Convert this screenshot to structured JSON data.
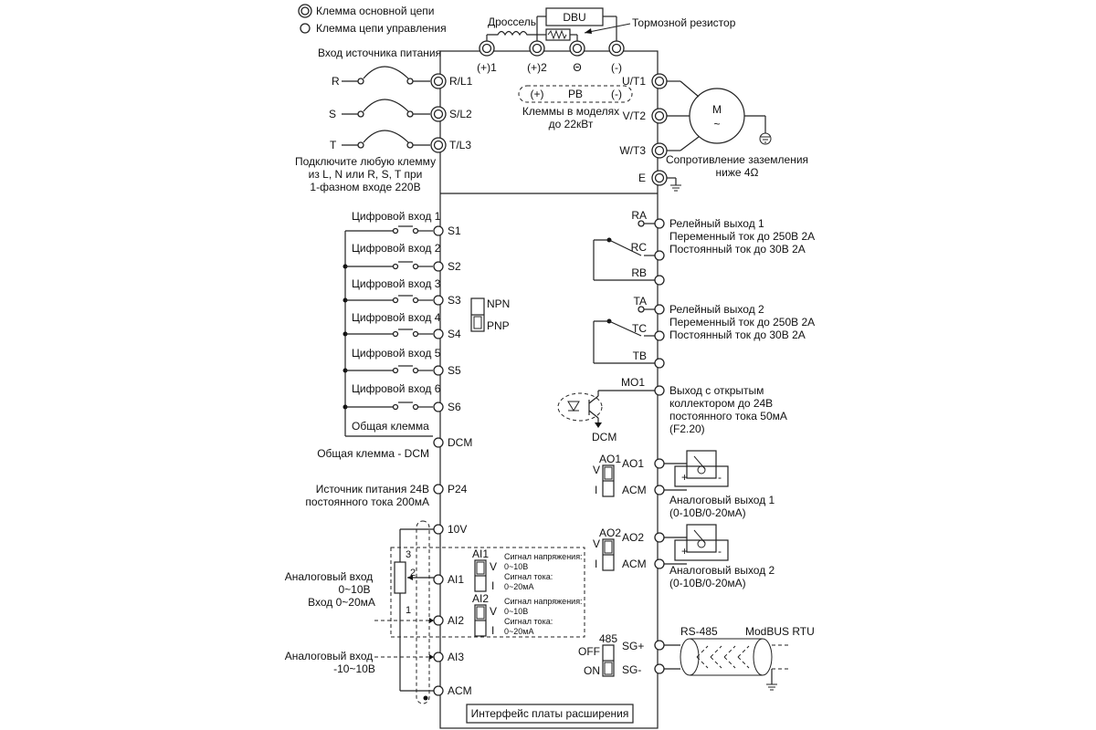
{
  "legend": {
    "main_terminal": "Клемма основной цепи",
    "control_terminal": "Клемма цепи управления"
  },
  "top": {
    "choke": "Дроссель",
    "dbu": "DBU",
    "brake_resistor": "Тормозной резистор",
    "terminals": [
      "(+)1",
      "(+)2",
      "Θ",
      "(-)"
    ],
    "pb_group": [
      "(+)",
      "PB",
      "(-)"
    ],
    "pb_note_1": "Клеммы в моделях",
    "pb_note_2": "до 22кВт"
  },
  "power_input": {
    "title": "Вход источника питания",
    "phases": [
      "R",
      "S",
      "T"
    ],
    "terminals": [
      "R/L1",
      "S/L2",
      "T/L3"
    ],
    "note_1": "Подключите любую клемму",
    "note_2": "из L, N или R, S, T при",
    "note_3": "1-фазном входе 220В"
  },
  "motor": {
    "terminals": [
      "U/T1",
      "V/T2",
      "W/T3"
    ],
    "label": "M",
    "symbol": "~",
    "ground_terminal": "E",
    "ground_note_1": "Сопротивление заземления",
    "ground_note_2": "ниже 4Ω"
  },
  "digital_inputs": {
    "items": [
      {
        "label": "Цифровой вход 1",
        "terminal": "S1"
      },
      {
        "label": "Цифровой вход 2",
        "terminal": "S2"
      },
      {
        "label": "Цифровой вход 3",
        "terminal": "S3"
      },
      {
        "label": "Цифровой вход 4",
        "terminal": "S4"
      },
      {
        "label": "Цифровой вход 5",
        "terminal": "S5"
      },
      {
        "label": "Цифровой вход 6",
        "terminal": "S6"
      }
    ],
    "common": "Общая клемма",
    "npn": "NPN",
    "pnp": "PNP",
    "dcm_terminal": "DCM",
    "dcm_note": "Общая клемма - DCM",
    "p24_terminal": "P24",
    "p24_note_1": "Источник питания 24В",
    "p24_note_2": "постоянного тока 200мА"
  },
  "relays": {
    "relay1": {
      "a": "RA",
      "c": "RC",
      "b": "RB",
      "line1": "Релейный выход 1",
      "line2": "Переменный ток до 250В 2А",
      "line3": "Постоянный ток до 30В 2А"
    },
    "relay2": {
      "a": "TA",
      "c": "TC",
      "b": "TB",
      "line1": "Релейный выход 2",
      "line2": "Переменный ток до 250В 2А",
      "line3": "Постоянный ток до 30В 2А"
    }
  },
  "open_collector": {
    "terminal": "MO1",
    "dcm": "DCM",
    "line1": "Выход с открытым",
    "line2": "коллектором до 24В",
    "line3": "постоянного тока 50мА",
    "line4": "(F2.20)"
  },
  "analog_outputs": {
    "ao1": {
      "switch": "AO1",
      "v": "V",
      "i": "I",
      "terminal": "AO1",
      "acm": "ACM",
      "line1": "Аналоговый выход 1",
      "line2": "(0-10В/0-20мА)"
    },
    "ao2": {
      "switch": "AO2",
      "v": "V",
      "i": "I",
      "terminal": "AO2",
      "acm": "ACM",
      "line1": "Аналоговый выход 2",
      "line2": "(0-10В/0-20мА)"
    },
    "meter_plus": "+",
    "meter_minus": "-"
  },
  "analog_inputs": {
    "t10v": "10V",
    "ai1": "AI1",
    "ai2": "AI2",
    "ai3": "AI3",
    "acm": "ACM",
    "pot_pins": [
      "3",
      "2",
      "1"
    ],
    "left1_a": "Аналоговый вход",
    "left1_b": "0~10В",
    "left1_c": "Вход 0~20мА",
    "left2_a": "Аналоговый вход",
    "left2_b": "-10~10В",
    "sw_ai1": "AI1",
    "sw_ai2": "AI2",
    "sw_v": "V",
    "sw_i": "I",
    "sig_v": "Сигнал напряжения:",
    "sig_v_range": "0~10В",
    "sig_i": "Сигнал тока:",
    "sig_i_range": "0~20мА"
  },
  "comm": {
    "switch": "485",
    "off": "OFF",
    "on": "ON",
    "sg_plus": "SG+",
    "sg_minus": "SG-",
    "rs485": "RS-485",
    "modbus": "ModBUS RTU"
  },
  "expansion": "Интерфейс платы расширения"
}
